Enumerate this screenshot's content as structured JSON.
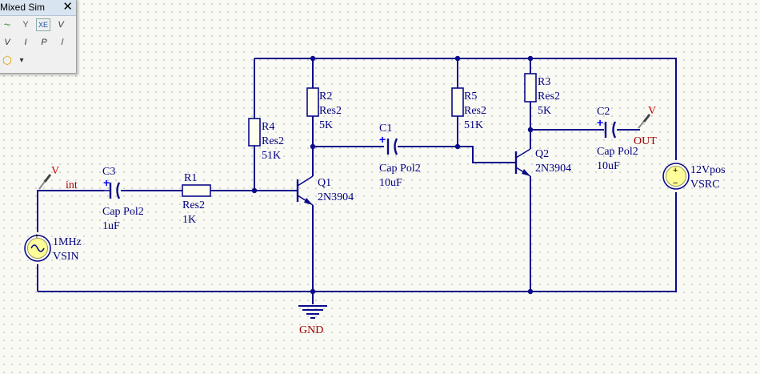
{
  "toolbar": {
    "title": "Mixed Sim",
    "close_glyph": "✕",
    "row1": [
      {
        "icon": "signal-probe-icon",
        "glyph": "⏦"
      },
      {
        "icon": "wrench-icon",
        "glyph": "Y"
      },
      {
        "icon": "xspice-icon",
        "glyph": "XE"
      },
      {
        "icon": "voltage-probe-icon",
        "glyph": "V"
      }
    ],
    "row2": [
      {
        "icon": "voltage-diff-probe-icon",
        "glyph": "V"
      },
      {
        "icon": "current-probe-icon",
        "glyph": "I"
      },
      {
        "icon": "power-probe-icon",
        "glyph": "P"
      },
      {
        "icon": "pen-probe-icon",
        "glyph": "/"
      }
    ],
    "row3": [
      {
        "icon": "source-shape-icon",
        "glyph": "⬡"
      },
      {
        "icon": "dropdown-arrow-icon",
        "glyph": "▾"
      }
    ]
  },
  "components": {
    "r1": {
      "designator": "R1",
      "type": "Res2",
      "value": "1K"
    },
    "r2": {
      "designator": "R2",
      "type": "Res2",
      "value": "5K"
    },
    "r3": {
      "designator": "R3",
      "type": "Res2",
      "value": "5K"
    },
    "r4": {
      "designator": "R4",
      "type": "Res2",
      "value": "51K"
    },
    "r5": {
      "designator": "R5",
      "type": "Res2",
      "value": "51K"
    },
    "c1": {
      "designator": "C1",
      "type": "Cap Pol2",
      "value": "10uF"
    },
    "c2": {
      "designator": "C2",
      "type": "Cap Pol2",
      "value": "10uF"
    },
    "c3": {
      "designator": "C3",
      "type": "Cap Pol2",
      "value": "1uF"
    },
    "q1": {
      "designator": "Q1",
      "type": "2N3904"
    },
    "q2": {
      "designator": "Q2",
      "type": "2N3904"
    },
    "vsin": {
      "value": "1MHz",
      "type": "VSIN"
    },
    "vsrc": {
      "value": "12Vpos",
      "type": "VSRC"
    }
  },
  "nets": {
    "input_net": "int",
    "output_net": "OUT",
    "ground": "GND",
    "probe_letter": "V"
  },
  "polarity_mark": "+",
  "source_plus": "+",
  "source_minus": "−"
}
